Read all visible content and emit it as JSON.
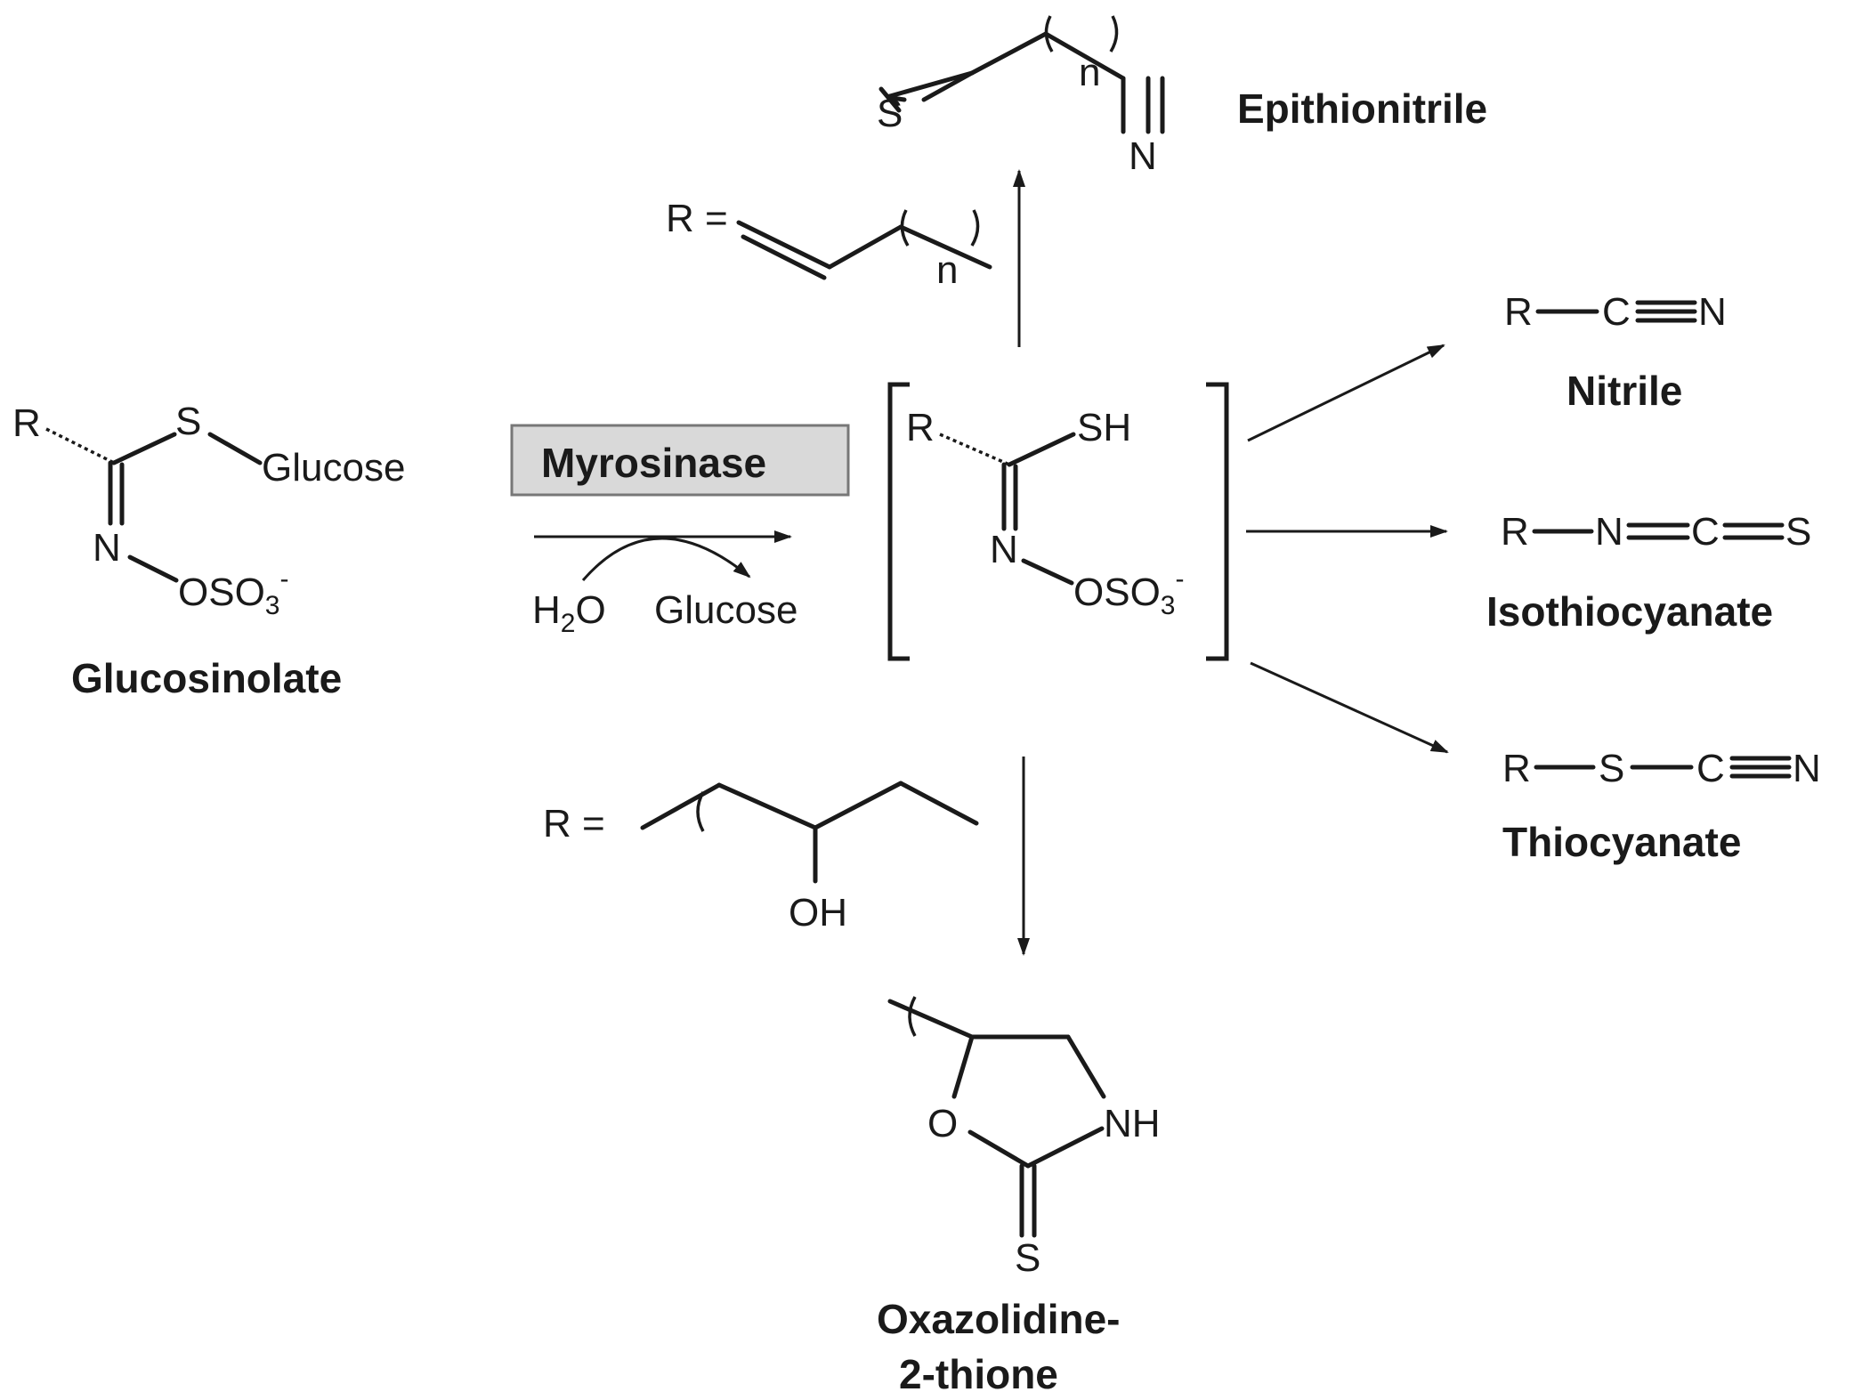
{
  "labels": {
    "glucosinolate": "Glucosinolate",
    "myrosinase": "Myrosinase",
    "epithionitrile": "Epithionitrile",
    "nitrile": "Nitrile",
    "isothiocyanate": "Isothiocyanate",
    "thiocyanate": "Thiocyanate",
    "oxazolidine_1": "Oxazolidine-",
    "oxazolidine_2": "2-thione"
  },
  "reagents": {
    "water_h": "H",
    "water_sub": "2",
    "water_o": "O",
    "glucose_out": "Glucose"
  },
  "glucosinolate": {
    "r": "R",
    "s": "S",
    "glucose": "Glucose",
    "n": "N",
    "oso3": "OSO",
    "sub3": "3",
    "charge": "-"
  },
  "intermediate": {
    "r": "R",
    "sh": "SH",
    "n": "N",
    "oso3": "OSO",
    "sub3": "3",
    "charge": "-"
  },
  "epithionitrile": {
    "s": "S",
    "n_index": "n",
    "n": "N"
  },
  "r_alkenyl": {
    "r_eq": "R =",
    "n_index": "n"
  },
  "r_hydroxy": {
    "r_eq": "R =",
    "oh": "OH"
  },
  "nitrile": {
    "r": "R",
    "c": "C",
    "n": "N"
  },
  "isothiocyanate": {
    "r": "R",
    "n": "N",
    "c": "C",
    "s": "S"
  },
  "thiocyanate": {
    "r": "R",
    "s": "S",
    "c": "C",
    "n": "N"
  },
  "oxazolidine": {
    "o": "O",
    "nh": "NH",
    "s": "S"
  }
}
